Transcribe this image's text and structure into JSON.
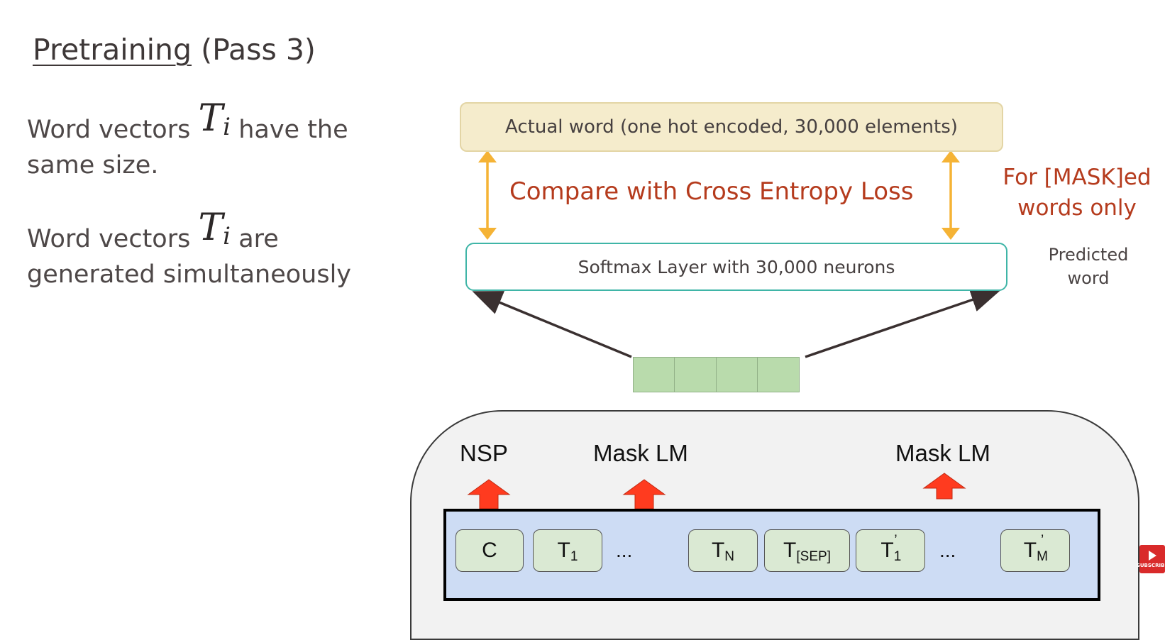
{
  "slide": {
    "title_underlined": "Pretraining",
    "title_rest": "(Pass 3)"
  },
  "left": {
    "p1_pre": "Word vectors",
    "p1_post": "have the",
    "p1_line2": "same size.",
    "p2_pre": "Word vectors",
    "p2_post": "are",
    "p2_line2": "generated simultaneously",
    "symbol_base": "T",
    "symbol_sub": "i"
  },
  "diagram": {
    "actual_word": "Actual word (one hot encoded, 30,000 elements)",
    "compare": "Compare with Cross Entropy Loss",
    "mask_note_line1": "For [MASK]ed",
    "mask_note_line2": "words only",
    "softmax": "Softmax Layer with 30,000 neurons",
    "predicted_line1": "Predicted",
    "predicted_line2": "word",
    "vector_cells": 4,
    "colors": {
      "accent_red": "#b53b1d",
      "arrow_orange": "#f5b335",
      "softmax_border": "#3fb5a7",
      "vector_green": "#b9dbac",
      "output_arrow_red": "#ff3b1f",
      "token_band_blue": "#cddcf4"
    }
  },
  "bert": {
    "head_nsp": "NSP",
    "head_mlm1": "Mask LM",
    "head_mlm2": "Mask LM",
    "tokens": {
      "c": "C",
      "t1_base": "T",
      "t1_sub": "1",
      "tn_base": "T",
      "tn_sub": "N",
      "tsep_base": "T",
      "tsep_sub": "[SEP]",
      "t1p_base": "T",
      "t1p_sub": "1",
      "t1p_prime": "’",
      "tmp_base": "T",
      "tmp_sub": "M",
      "tmp_prime": "’"
    },
    "ellipsis": "..."
  },
  "overlay": {
    "icon": "subscribe-icon",
    "label": "SUBSCRIBE"
  }
}
